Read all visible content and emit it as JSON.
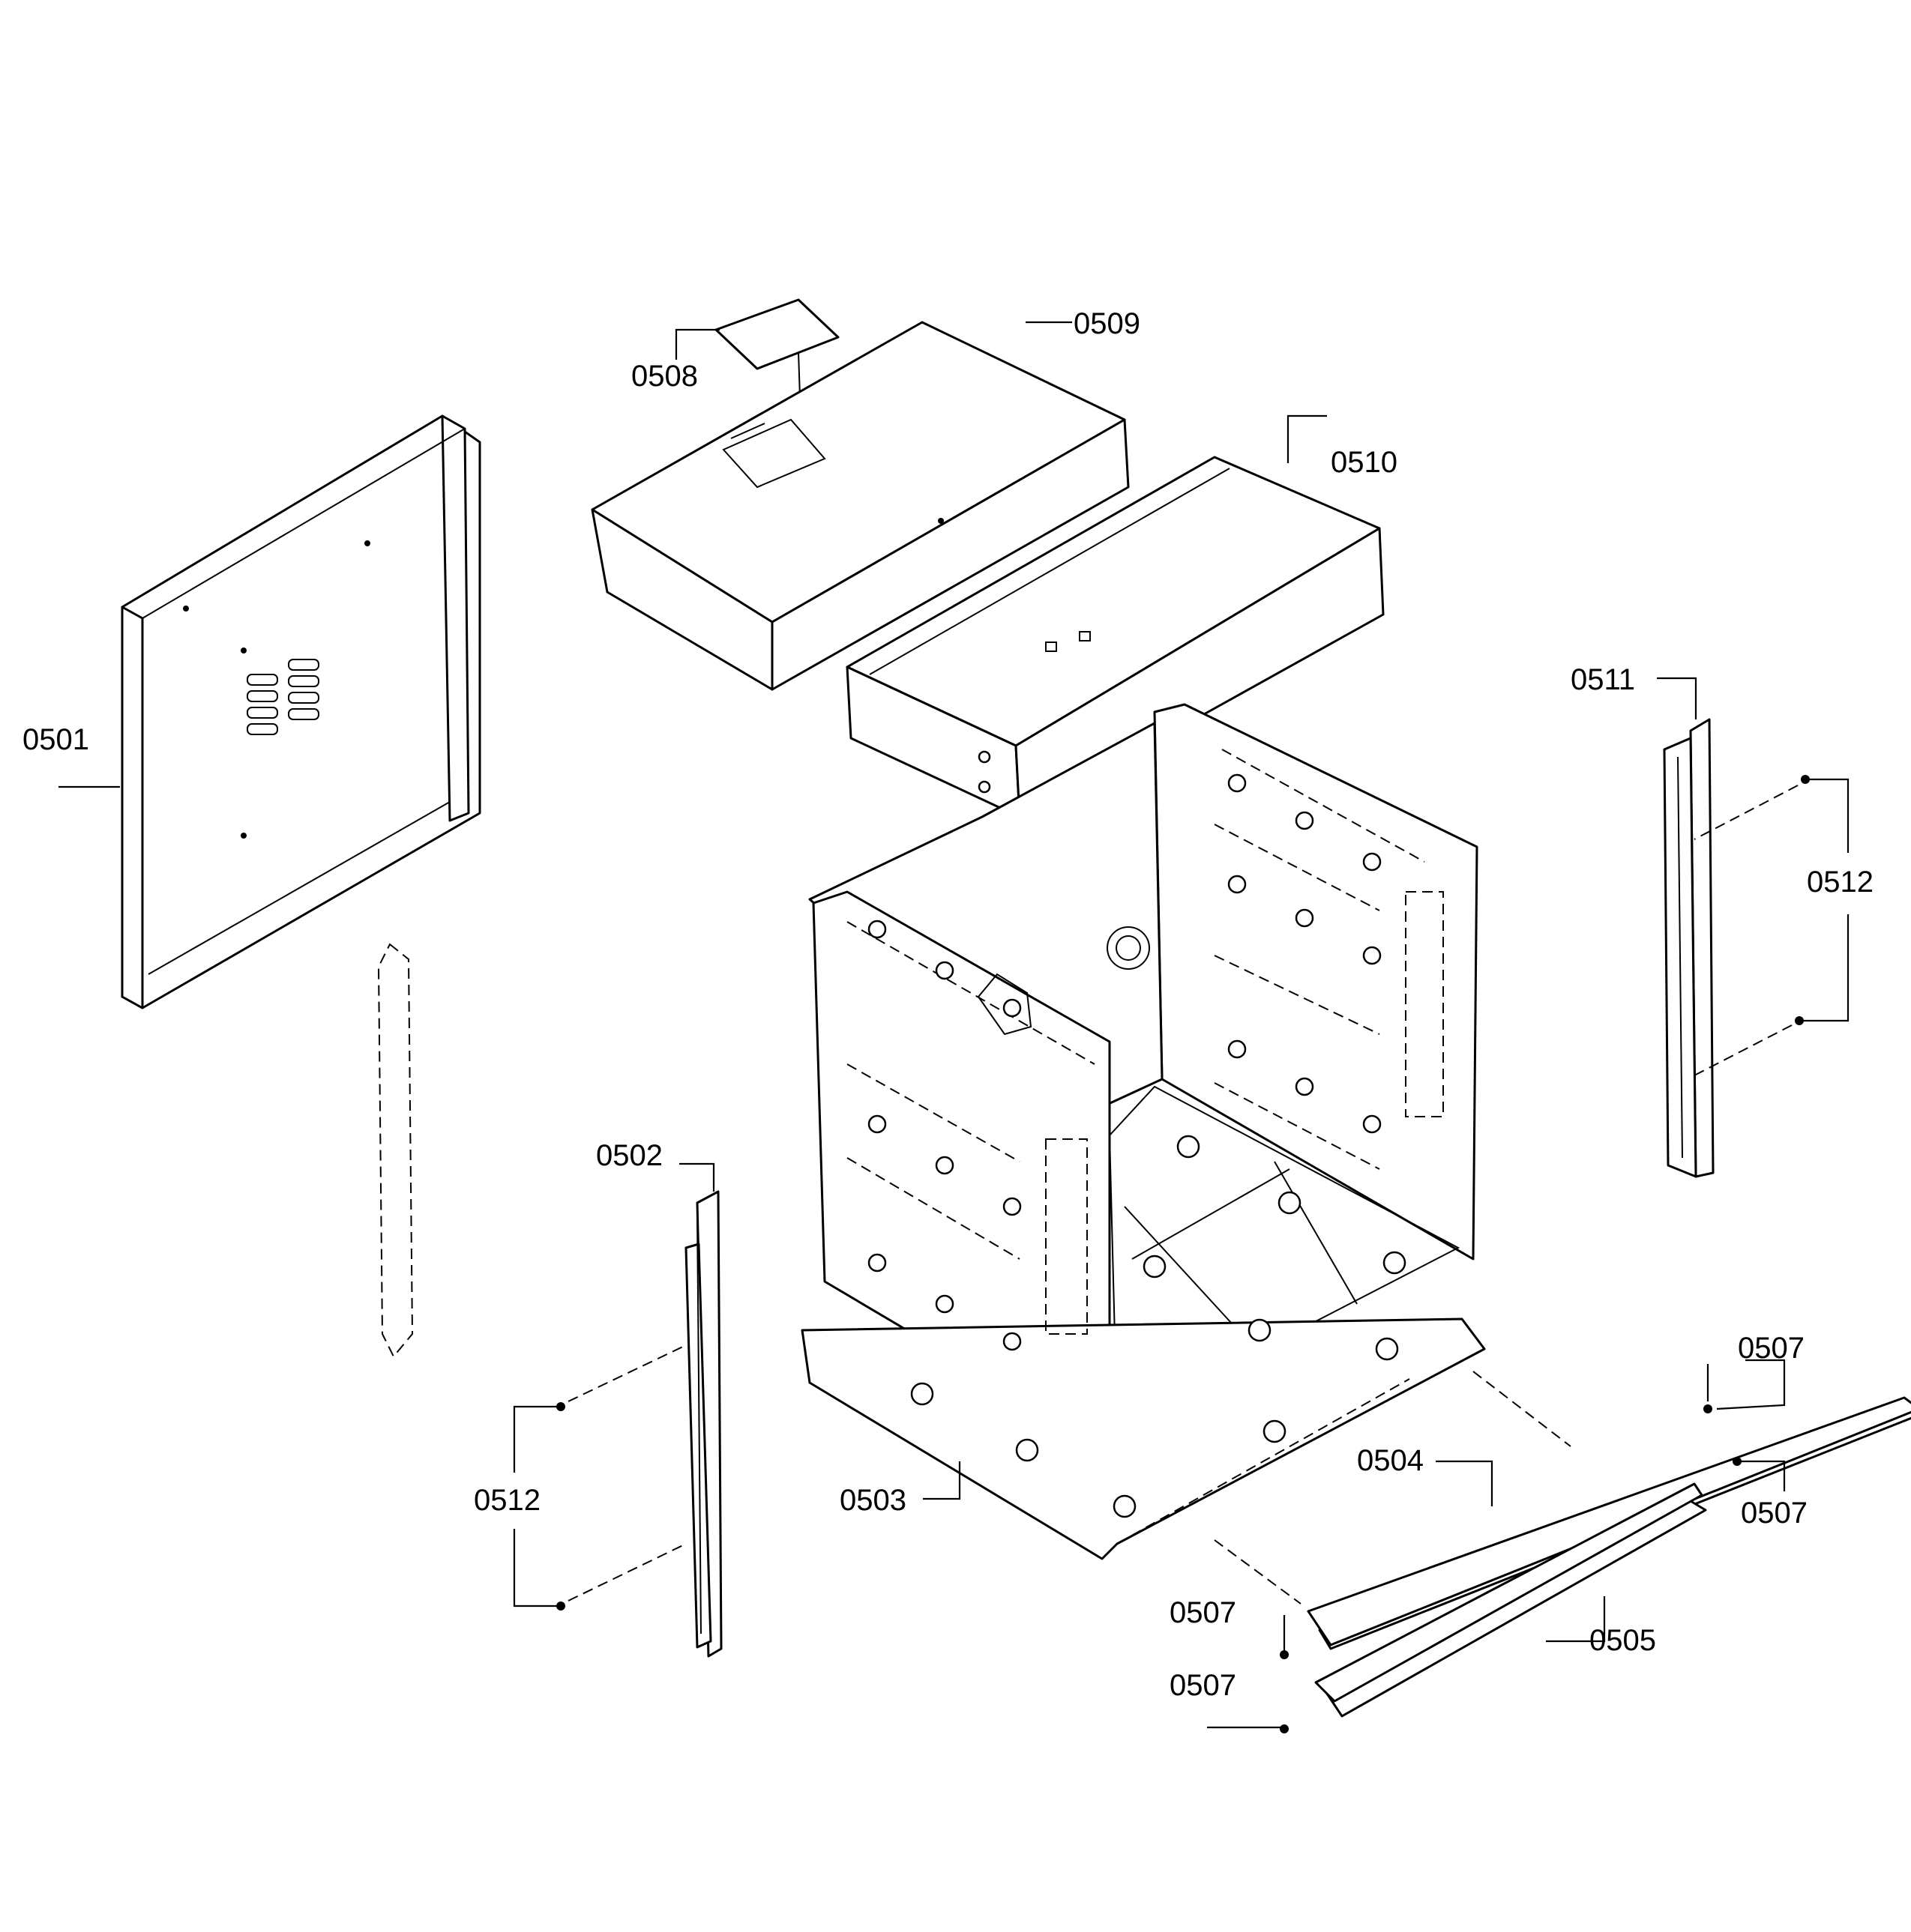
{
  "callouts": {
    "c0501": "0501",
    "c0502": "0502",
    "c0503": "0503",
    "c0504": "0504",
    "c0505": "0505",
    "c0507a": "0507",
    "c0507b": "0507",
    "c0507c": "0507",
    "c0507d": "0507",
    "c0508": "0508",
    "c0509": "0509",
    "c0510": "0510",
    "c0511": "0511",
    "c0512a": "0512",
    "c0512b": "0512"
  },
  "colors": {
    "line": "#000000",
    "background": "#ffffff"
  }
}
